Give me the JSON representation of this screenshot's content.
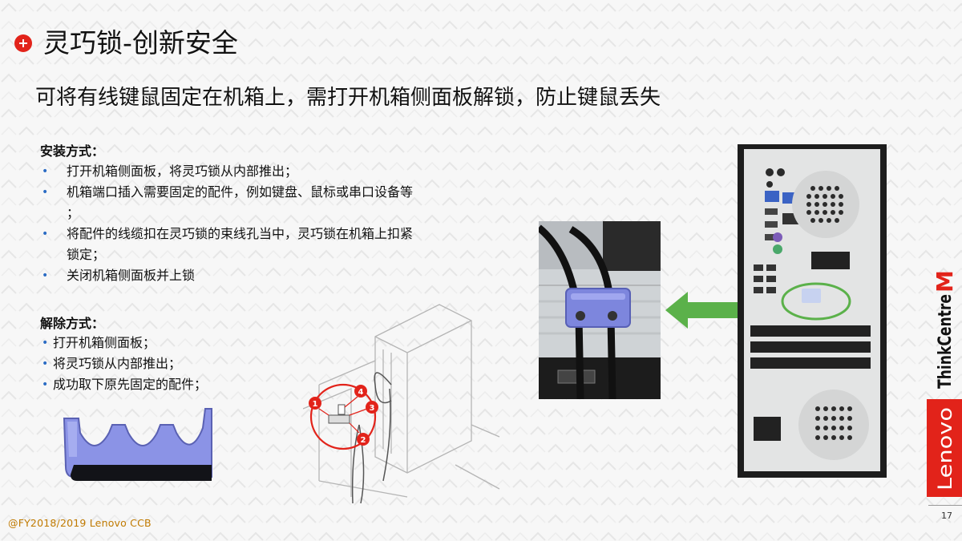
{
  "title": "灵巧锁-创新安全",
  "subtitle": "可将有线键鼠固定在机箱上，需打开机箱侧面板解锁，防止键鼠丢失",
  "install": {
    "heading": "安装方式：",
    "items": [
      "打开机箱侧面板，将灵巧锁从内部推出；",
      "机箱端口插入需要固定的配件，例如键盘、鼠标或串口设备等\n；",
      "将配件的线缆扣在灵巧锁的束线孔当中，灵巧锁在机箱上扣紧\n锁定；",
      "关闭机箱侧面板并上锁"
    ]
  },
  "remove": {
    "heading": "解除方式：",
    "items": [
      "打开机箱侧面板；",
      "将灵巧锁从内部推出；",
      "成功取下原先固定的配件；"
    ]
  },
  "diagram": {
    "steps": [
      "1",
      "2",
      "3",
      "4"
    ]
  },
  "footer": "@FY2018/2019  Lenovo CCB",
  "page_number": "17",
  "brand": {
    "thinkcentre": "ThinkCentre",
    "thinkcentre_mark": "M",
    "lenovo": "Lenovo"
  },
  "colors": {
    "accent_red": "#e2231a",
    "bullet_blue": "#2b6cc4",
    "footer_orange": "#c07a00",
    "arrow_green": "#5bb14a",
    "lock_purple": "#7d86dd"
  }
}
